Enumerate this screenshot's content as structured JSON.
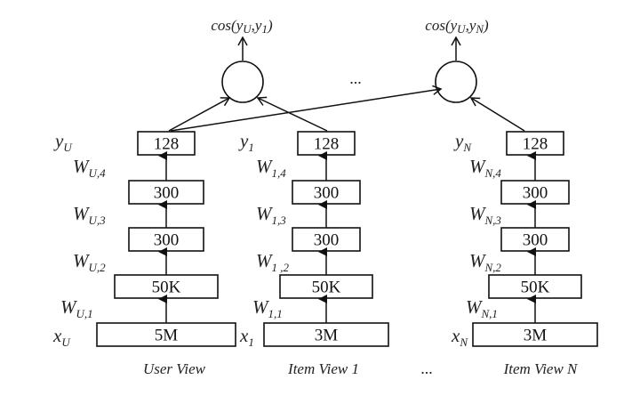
{
  "title": "Multi-view DSSM architecture",
  "outputs": [
    {
      "fn": "cos",
      "a": "y",
      "a_sub": "U",
      "b": "y",
      "b_sub": "1"
    },
    {
      "fn": "cos",
      "a": "y",
      "a_sub": "U",
      "b": "y",
      "b_sub": "N"
    }
  ],
  "ellipsis_top": "...",
  "ellipsis_bottom": "...",
  "views": [
    {
      "name": "User View",
      "output_label": {
        "base": "y",
        "sub": "U"
      },
      "input_label": {
        "base": "x",
        "sub": "U"
      },
      "layers": [
        "5M",
        "50K",
        "300",
        "300",
        "128"
      ],
      "weights": [
        {
          "base": "W",
          "sub": "U,1"
        },
        {
          "base": "W",
          "sub": "U,2"
        },
        {
          "base": "W",
          "sub": "U,3"
        },
        {
          "base": "W",
          "sub": "U,4"
        }
      ]
    },
    {
      "name": "Item View 1",
      "output_label": {
        "base": "y",
        "sub": "1"
      },
      "input_label": {
        "base": "x",
        "sub": "1"
      },
      "layers": [
        "3M",
        "50K",
        "300",
        "300",
        "128"
      ],
      "weights": [
        {
          "base": "W",
          "sub": "1,1"
        },
        {
          "base": "W",
          "sub": "1 ,2"
        },
        {
          "base": "W",
          "sub": "1,3"
        },
        {
          "base": "W",
          "sub": "1,4"
        }
      ]
    },
    {
      "name": "Item View N",
      "output_label": {
        "base": "y",
        "sub": "N"
      },
      "input_label": {
        "base": "x",
        "sub": "N"
      },
      "layers": [
        "3M",
        "50K",
        "300",
        "300",
        "128"
      ],
      "weights": [
        {
          "base": "W",
          "sub": "N,1"
        },
        {
          "base": "W",
          "sub": "N,2"
        },
        {
          "base": "W",
          "sub": "N,3"
        },
        {
          "base": "W",
          "sub": "N,4"
        }
      ]
    }
  ]
}
